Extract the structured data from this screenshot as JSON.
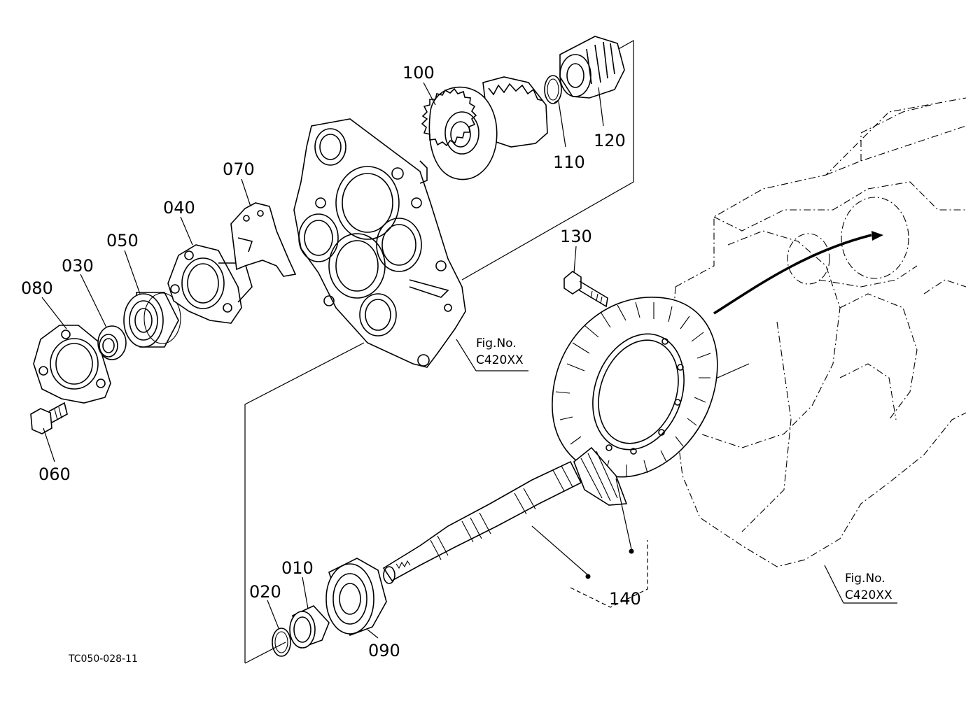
{
  "parts": {
    "p010": "010",
    "p020": "020",
    "p030": "030",
    "p040": "040",
    "p050": "050",
    "p060": "060",
    "p070": "070",
    "p080": "080",
    "p090": "090",
    "p100": "100",
    "p110": "110",
    "p120": "120",
    "p130": "130",
    "p140": "140"
  },
  "fig_refs": [
    {
      "line1": "Fig.No.",
      "line2": "C420XX"
    },
    {
      "line1": "Fig.No.",
      "line2": "C420XX"
    }
  ],
  "drawing_code": "TC050-028-11"
}
